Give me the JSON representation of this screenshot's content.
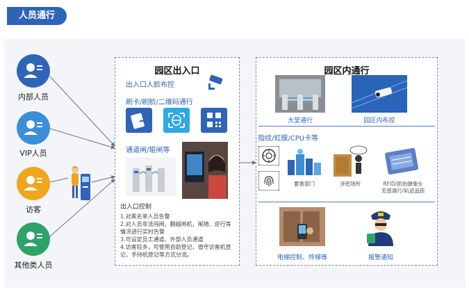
{
  "page_title": "人员通行",
  "people": [
    {
      "label": "内部人员",
      "color": "#2f64b7"
    },
    {
      "label": "VIP人员",
      "color": "#3a8fd6"
    },
    {
      "label": "访客",
      "color": "#f0a51f"
    },
    {
      "label": "其他类人员",
      "color": "#2da36a"
    }
  ],
  "gate_box": {
    "title": "园区出入口",
    "face_control": "出入口人脸布控",
    "access_methods": "刷卡/刷脸/二维码通行",
    "gate_types": "通道闸/辊闸等",
    "control_title": "出入口控制",
    "control_lines": [
      "1.对黑名单人员告警",
      "2.对人员非法闯闸、翻越闸机，尾随、逆行等",
      "情况进行实时告警",
      "3.可设定员工通道、外部人员通道",
      "4.访客较多，可使用自助登记，值守访客机登",
      "记，手持机登记等方式分流。"
    ]
  },
  "inner_box": {
    "title": "园区内通行",
    "lobby": "大堂通行",
    "patrol": "园区内布控",
    "auth_methods": "指纹/虹膜/CPU卡等",
    "key_dept": "要害部门",
    "secret_place": "涉密场所",
    "rfid_line1": "RFID/抓拍摄像头",
    "rfid_line2": "无感通行/轨迹追踪",
    "elevator": "电梯控制、呼梯等",
    "alarm": "报警通知"
  }
}
